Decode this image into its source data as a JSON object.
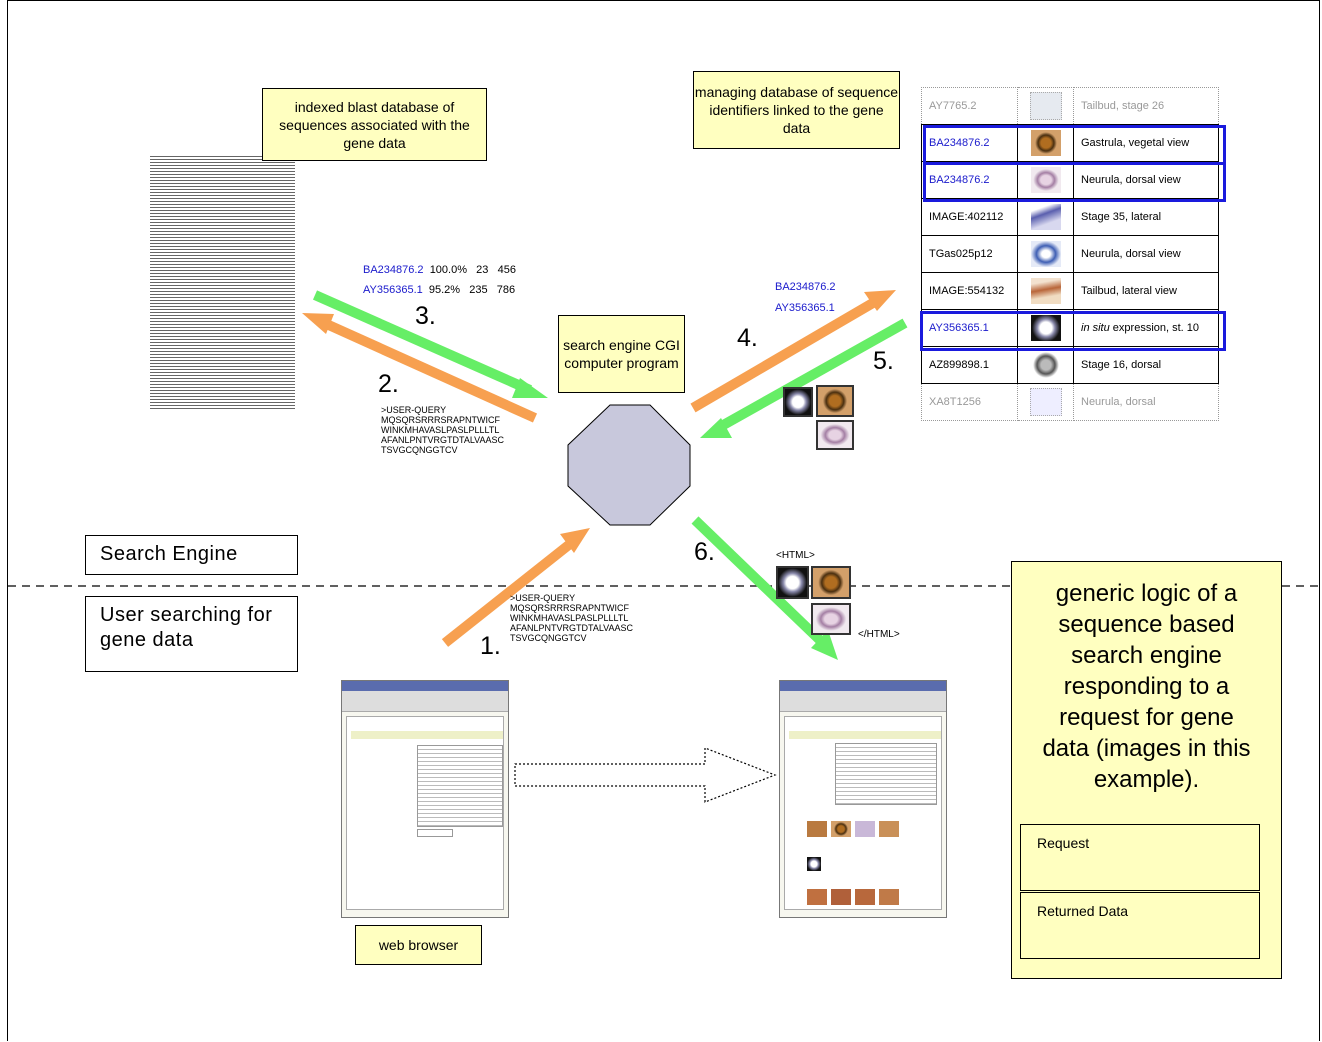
{
  "notes": {
    "blast_db": "indexed blast database of sequences associated with the gene data",
    "managing_db": "managing database of sequence identifiers linked to the gene data",
    "cgi": "search engine CGI computer program",
    "browser": "web browser"
  },
  "blast_results": [
    {
      "id": "BA234876.2",
      "pct": "100.0%",
      "a": "23",
      "b": "456"
    },
    {
      "id": "AY356365.1",
      "pct": "95.2%",
      "a": "235",
      "b": "786"
    }
  ],
  "query_lines": [
    ">USER-QUERY",
    "MQSQRSRRRSRAPNTWICF",
    "WINKMHAVASLPASLPLLLTL",
    "AFANLPNTVRGTDTALVAASC",
    "TSVGCQNGGTCV"
  ],
  "ids_step4": [
    "BA234876.2",
    "AY356365.1"
  ],
  "steps": [
    "1.",
    "2.",
    "3.",
    "4.",
    "5.",
    "6."
  ],
  "html_open": "<HTML>",
  "html_close": "</HTML>",
  "zones": {
    "upper": "Search Engine",
    "lower": "User searching for gene data"
  },
  "gene_table": [
    {
      "id": "AY7765.2",
      "desc": "Tailbud, stage 26",
      "faded": true
    },
    {
      "id": "BA234876.2",
      "desc": "Gastrula, vegetal  view",
      "blue": true
    },
    {
      "id": "BA234876.2",
      "desc": "Neurula, dorsal view",
      "blue": true
    },
    {
      "id": "IMAGE:402112",
      "desc": "Stage 35, lateral"
    },
    {
      "id": "TGas025p12",
      "desc": "Neurula, dorsal view"
    },
    {
      "id": "IMAGE:554132",
      "desc": "Tailbud, lateral view"
    },
    {
      "id": "AY356365.1",
      "desc_em": "in situ",
      "desc": " expression, st. 10",
      "blue": true
    },
    {
      "id": "AZ899898.1",
      "desc": "Stage 16, dorsal"
    },
    {
      "id": "XA8T1256",
      "desc": "Neurula, dorsal",
      "faded": true
    }
  ],
  "legend": {
    "text": "generic logic of a sequence based search engine responding to a request for gene data (images in this example).",
    "request": "Request",
    "returned": "Returned Data"
  },
  "colors": {
    "request": "#f7a050",
    "returned": "#66ee66",
    "highlight": "#1a1add",
    "note": "#ffffc0",
    "octagon": "#c8c8dc"
  }
}
